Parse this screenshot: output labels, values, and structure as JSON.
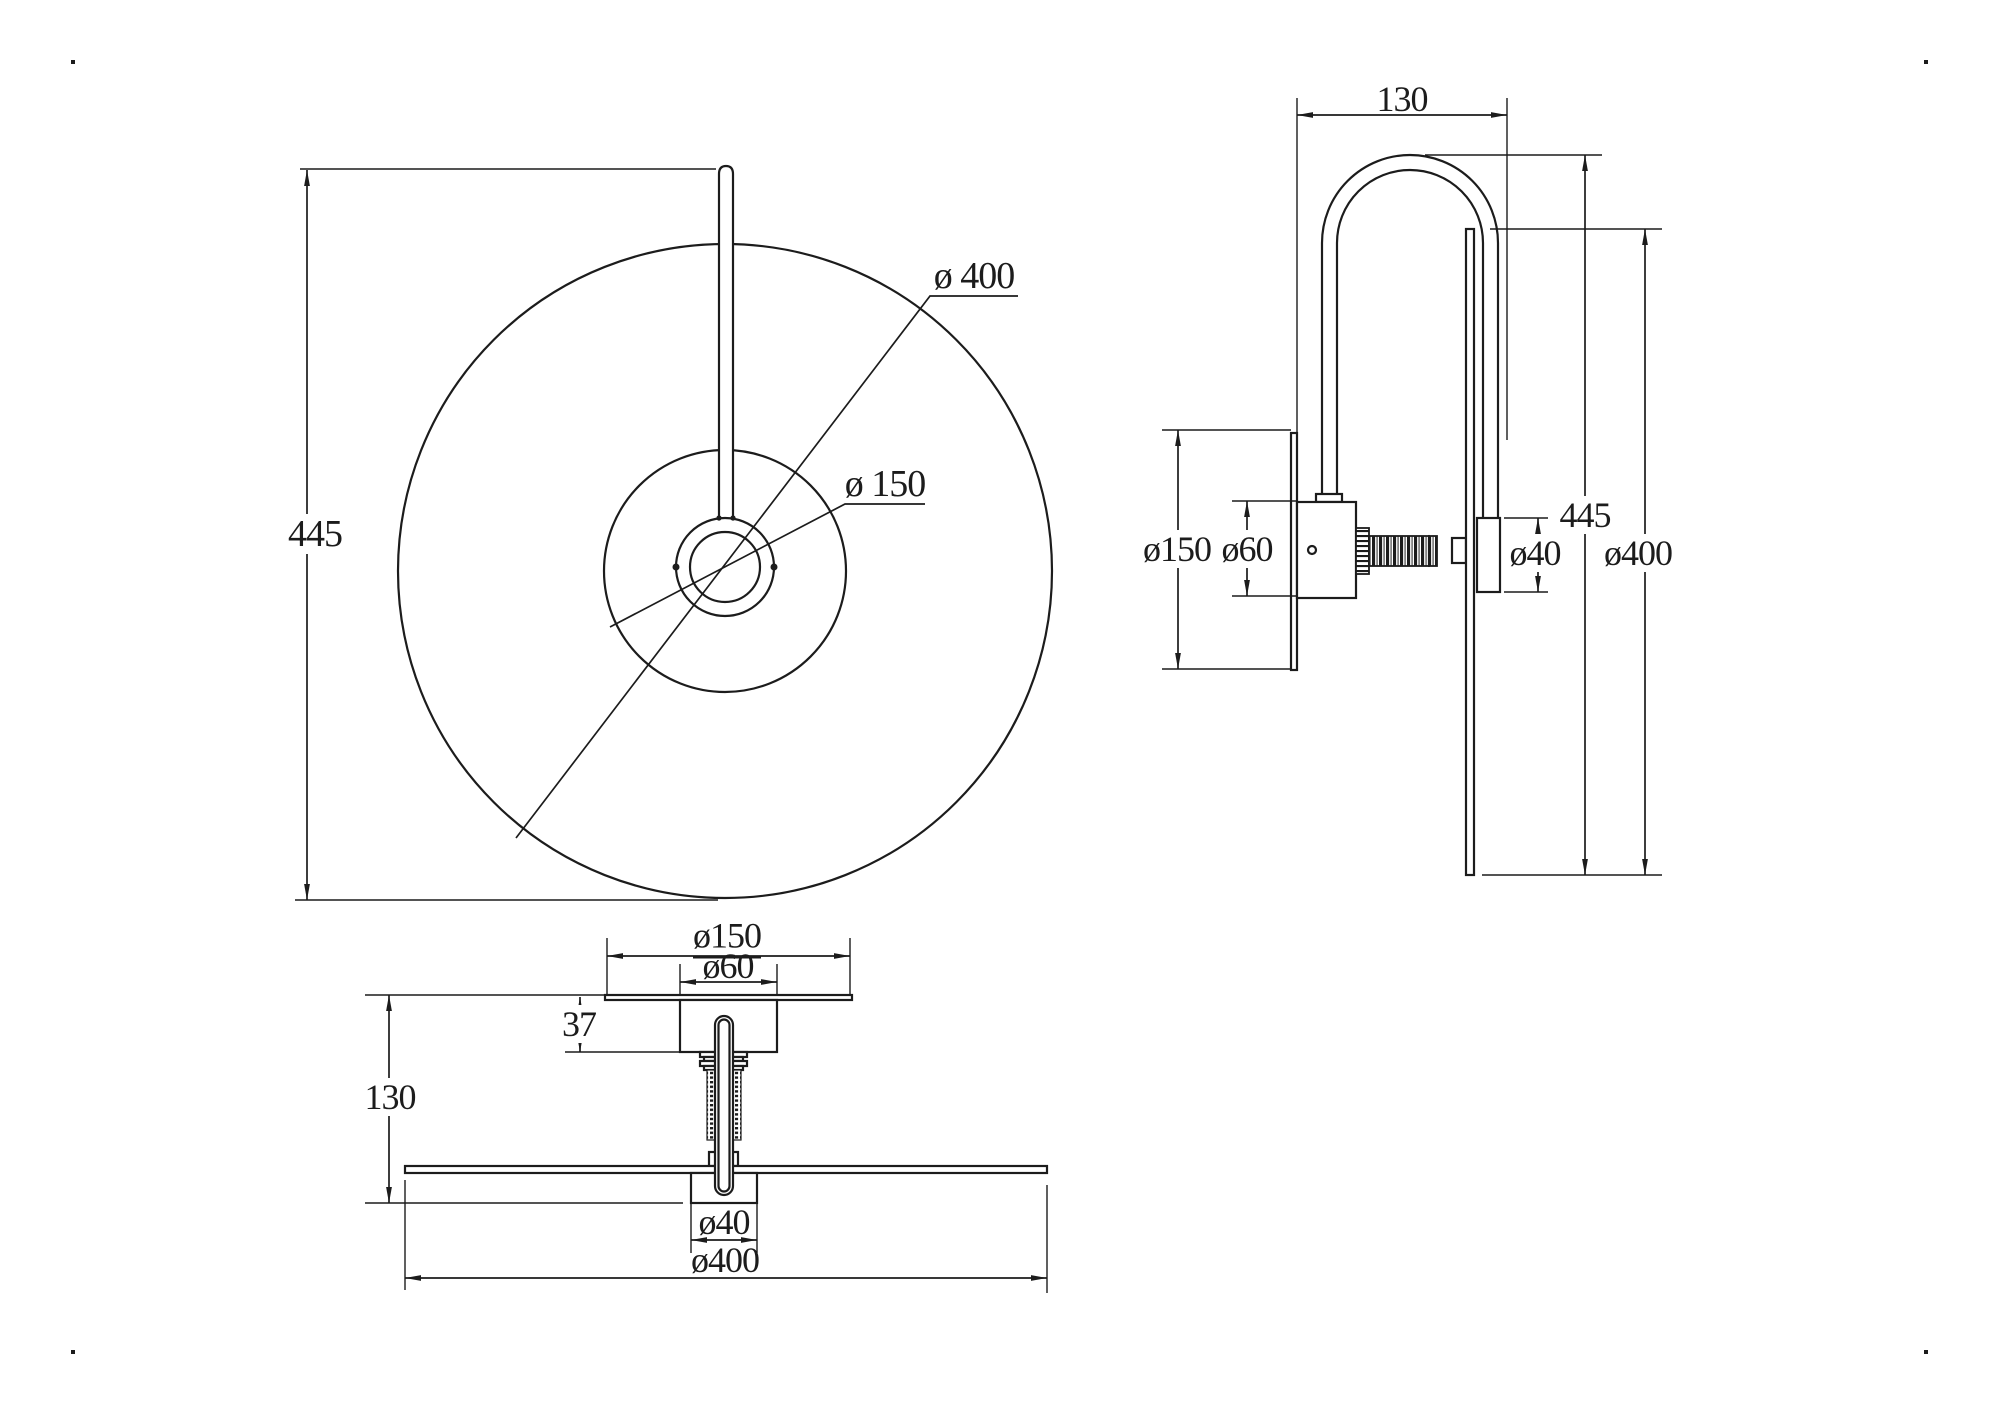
{
  "document_type": "technical-dimension-drawing",
  "subject": "disc wall lamp, three orthographic views",
  "colors": {
    "line": "#1c1c1c",
    "background": "#ffffff"
  },
  "labels": {
    "fv_height": "445",
    "fv_outer_diameter": "ø 400",
    "fv_inner_diameter": "ø 150",
    "sv_depth": "130",
    "sv_height": "445",
    "sv_disc_diameter": "ø400",
    "sv_hub_diameter": "ø40",
    "sv_plate_diameter": "ø150",
    "sv_housing_diameter": "ø60",
    "bv_plate_diameter": "ø150",
    "bv_housing_diameter": "ø60",
    "bv_housing_height": "37",
    "bv_depth": "130",
    "bv_hub_diameter": "ø40",
    "bv_disc_diameter": "ø400"
  },
  "dimensions_mm": {
    "overall_height": 445,
    "shade_diameter": 400,
    "inner_ring_diameter": 150,
    "wall_plate_diameter": 150,
    "housing_diameter": 60,
    "housing_height": 37,
    "wall_projection": 130,
    "hub_diameter": 40
  }
}
